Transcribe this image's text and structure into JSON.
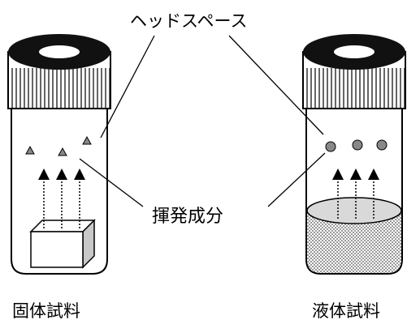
{
  "labels": {
    "headspace": "ヘッドスペース",
    "volatile_components": "揮発成分",
    "solid_sample": "固体試料",
    "liquid_sample": "液体試料"
  },
  "colors": {
    "outline": "#000000",
    "liquid_fill": "#d9d9d9",
    "particle_fill": "#888888",
    "solid_block_side": "#c8c8c8"
  }
}
